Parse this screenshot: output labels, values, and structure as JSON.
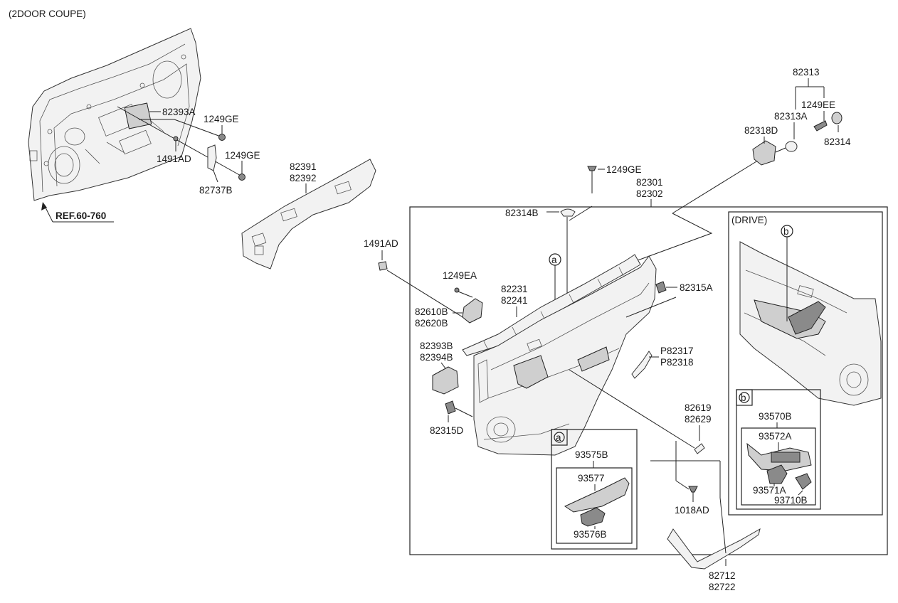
{
  "header": {
    "title": "(2DOOR COUPE)"
  },
  "ref_label": "REF.60-760",
  "labels": {
    "l_82393A": "82393A",
    "l_1249GE_a": "1249GE",
    "l_1249GE_b": "1249GE",
    "l_1491AD_a": "1491AD",
    "l_82737B": "82737B",
    "l_82391": "82391",
    "l_82392": "82392",
    "l_1249GE_c": "1249GE",
    "l_82301": "82301",
    "l_82302": "82302",
    "l_82314B": "82314B",
    "l_1491AD_b": "1491AD",
    "l_1249EA": "1249EA",
    "l_82231": "82231",
    "l_82241": "82241",
    "l_82610B": "82610B",
    "l_82620B": "82620B",
    "l_82393B": "82393B",
    "l_82394B": "82394B",
    "l_82315A": "82315A",
    "l_P82317": "P82317",
    "l_P82318": "P82318",
    "l_82315D": "82315D",
    "l_82619": "82619",
    "l_82629": "82629",
    "l_1018AD": "1018AD",
    "l_82712": "82712",
    "l_82722": "82722",
    "l_82313": "82313",
    "l_1249EE": "1249EE",
    "l_82313A": "82313A",
    "l_82318D": "82318D",
    "l_82314": "82314",
    "l_93575B": "93575B",
    "l_93577": "93577",
    "l_93576B": "93576B",
    "l_93570B": "93570B",
    "l_93572A": "93572A",
    "l_93571A": "93571A",
    "l_93710B": "93710B"
  },
  "drive_box": {
    "title": "(DRIVE)"
  },
  "callouts": {
    "a": "a",
    "b": "b"
  }
}
